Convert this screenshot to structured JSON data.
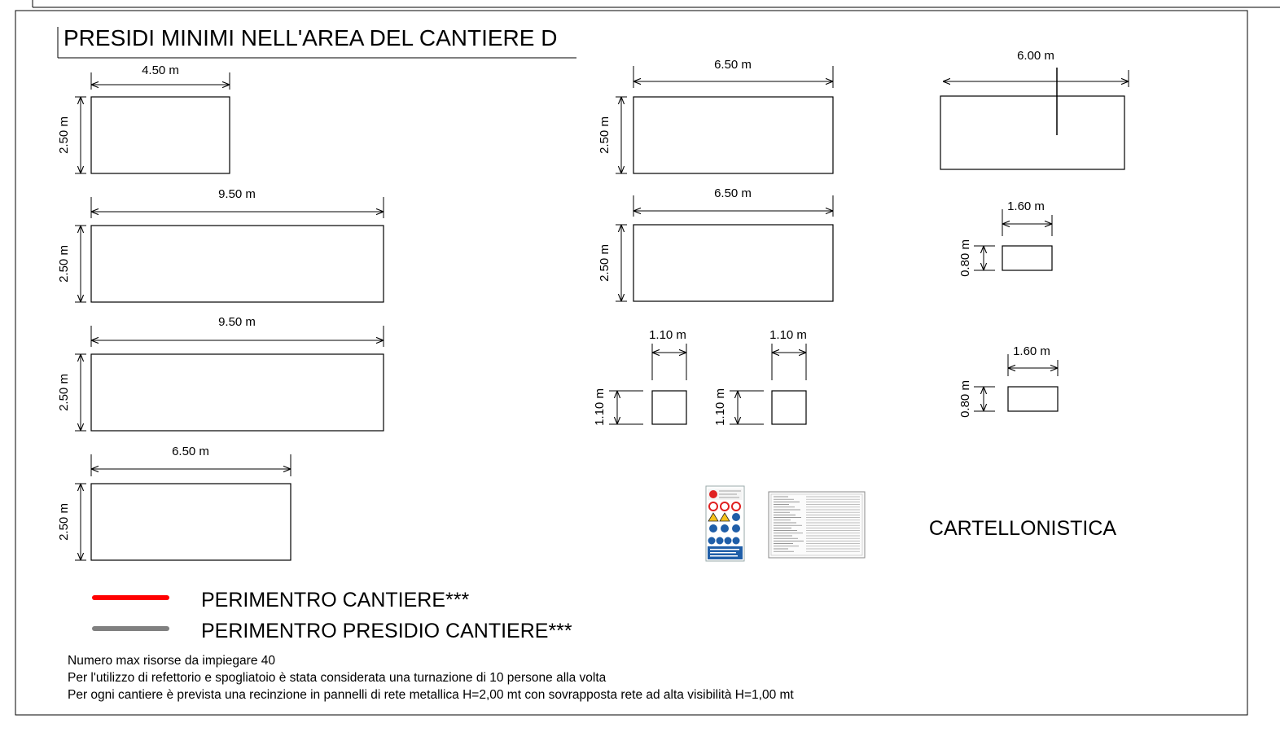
{
  "title": "PRESIDI MINIMI NELL'AREA DEL CANTIERE D",
  "blocks": [
    {
      "id": "b1",
      "width_label": "4.50 m",
      "height_label": "2.50 m"
    },
    {
      "id": "b2",
      "width_label": "9.50 m",
      "height_label": "2.50 m"
    },
    {
      "id": "b3",
      "width_label": "9.50 m",
      "height_label": "2.50 m"
    },
    {
      "id": "b4",
      "width_label": "6.50 m",
      "height_label": "2.50 m"
    },
    {
      "id": "b5",
      "width_label": "6.50 m",
      "height_label": "2.50 m"
    },
    {
      "id": "b6",
      "width_label": "6.50 m",
      "height_label": "2.50 m"
    },
    {
      "id": "b7",
      "width_label": "6.00 m",
      "height_label": ""
    },
    {
      "id": "b8",
      "width_label": "1.60 m",
      "height_label": "0.80 m"
    },
    {
      "id": "b9",
      "width_label": "1.60 m",
      "height_label": "0.80 m"
    },
    {
      "id": "b10",
      "width_label": "1.10 m",
      "height_label": "1.10 m"
    },
    {
      "id": "b11",
      "width_label": "1.10 m",
      "height_label": "1.10 m"
    }
  ],
  "legend": [
    {
      "label": "PERIMENTRO CANTIERE***",
      "color": "#ff0000"
    },
    {
      "label": "PERIMENTRO PRESIDIO CANTIERE***",
      "color": "#808080"
    }
  ],
  "signage_label": "CARTELLONISTICA",
  "notes": [
    "Numero max risorse da impiegare 40",
    "Per l'utilizzo di refettorio e spogliatoio è stata considerata una turnazione di 10 persone alla volta",
    "Per ogni cantiere è prevista una recinzione in pannelli di rete metallica H=2,00 mt con sovrapposta rete ad alta visibilità H=1,00 mt"
  ]
}
